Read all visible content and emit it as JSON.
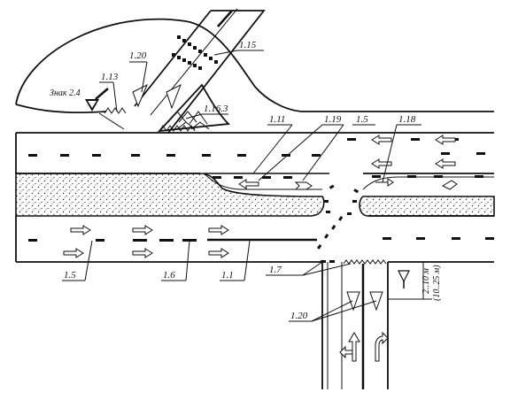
{
  "labels": {
    "sign_caption": "Знак 2.4",
    "m1_13": "1.13",
    "m1_20_top": "1.20",
    "m1_15": "1.15",
    "m1_16_3": "1.16.3",
    "m1_11": "1.11",
    "m1_19": "1.19",
    "m1_5_top": "1.5",
    "m1_18": "1.18",
    "m1_5_bottom": "1.5",
    "m1_6": "1.6",
    "m1_1": "1.1",
    "m1_7": "1.7",
    "m1_20_bottom": "1.20",
    "dim_a": "2..10 м",
    "dim_b": "(10..25 м)"
  },
  "colors": {
    "ink": "#111111",
    "paper": "#ffffff"
  },
  "icons": [
    "yield-triangle-icon",
    "give-way-sign-icon",
    "lane-arrow-icon"
  ]
}
